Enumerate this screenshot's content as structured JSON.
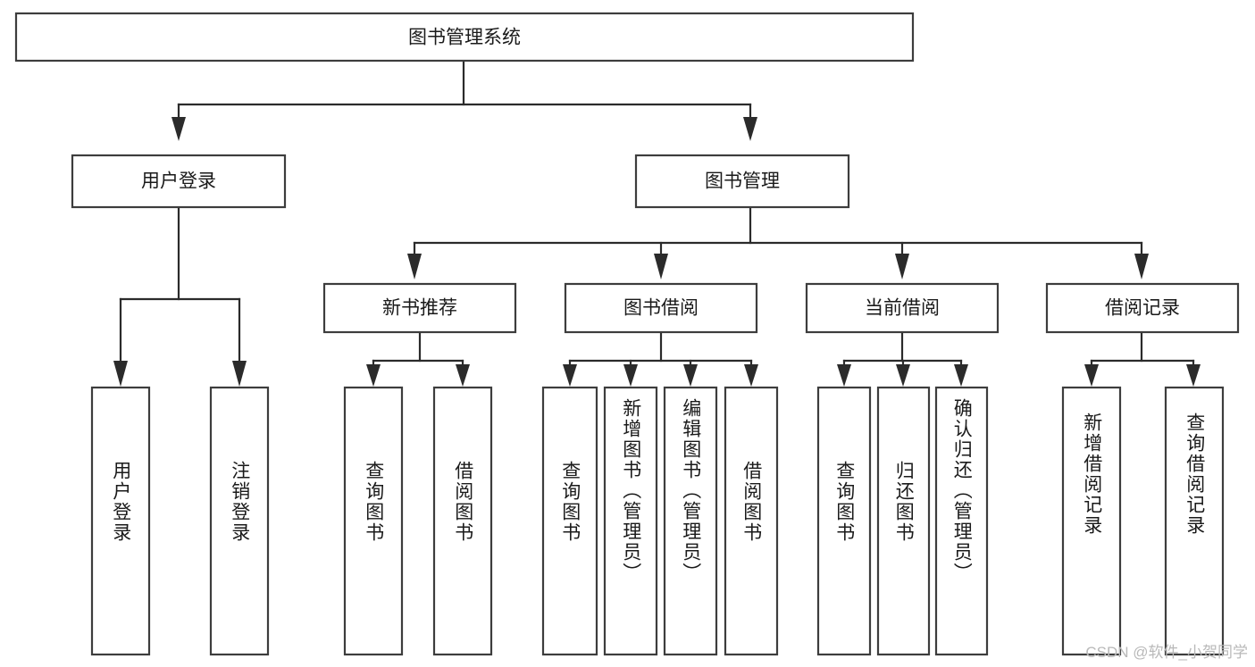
{
  "diagram": {
    "title": "图书管理系统",
    "type": "tree-hierarchy-chart",
    "watermark": "CSDN @软件_小贺同学",
    "colors": {
      "box_stroke": "#3d3d3d",
      "connector": "#2b2b2b",
      "box_fill": "#ffffff",
      "text": "#1a1a1a",
      "watermark": "#b9b9b9",
      "background": "#ffffff"
    },
    "root": {
      "id": "root",
      "label": "图书管理系统"
    },
    "level2": [
      {
        "id": "user-login",
        "label": "用户登录"
      },
      {
        "id": "book-management",
        "label": "图书管理"
      }
    ],
    "level3": [
      {
        "id": "new-book-recommend",
        "label": "新书推荐",
        "parent": "book-management"
      },
      {
        "id": "book-borrow",
        "label": "图书借阅",
        "parent": "book-management"
      },
      {
        "id": "current-borrow",
        "label": "当前借阅",
        "parent": "book-management"
      },
      {
        "id": "borrow-record",
        "label": "借阅记录",
        "parent": "book-management"
      }
    ],
    "leaves": {
      "user-login": [
        {
          "id": "leaf-user-login",
          "label": "用户登录"
        },
        {
          "id": "leaf-user-logout",
          "label": "注销登录"
        }
      ],
      "new-book-recommend": [
        {
          "id": "leaf-query-book-1",
          "label": "查询图书"
        },
        {
          "id": "leaf-borrow-book-1",
          "label": "借阅图书"
        }
      ],
      "book-borrow": [
        {
          "id": "leaf-query-book-2",
          "label": "查询图书"
        },
        {
          "id": "leaf-add-book",
          "label": "新增图书（管理员）"
        },
        {
          "id": "leaf-edit-book",
          "label": "编辑图书（管理员）"
        },
        {
          "id": "leaf-borrow-book-2",
          "label": "借阅图书"
        }
      ],
      "current-borrow": [
        {
          "id": "leaf-query-book-3",
          "label": "查询图书"
        },
        {
          "id": "leaf-return-book",
          "label": "归还图书"
        },
        {
          "id": "leaf-confirm-return",
          "label": "确认归还（管理员）"
        }
      ],
      "borrow-record": [
        {
          "id": "leaf-add-record",
          "label": "新增借阅记录"
        },
        {
          "id": "leaf-query-record",
          "label": "查询借阅记录"
        }
      ]
    }
  }
}
